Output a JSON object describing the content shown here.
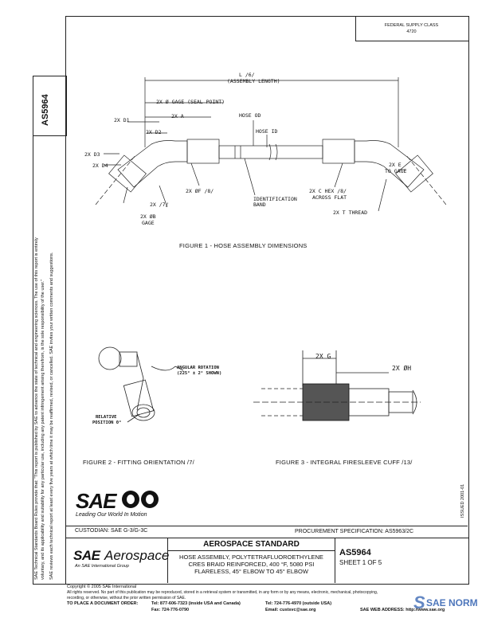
{
  "doc_number": "AS5964",
  "fed_supply": {
    "line1": "FEDERAL SUPPLY CLASS",
    "line2": "4720"
  },
  "side_note": {
    "line1": "SAE Technical Standards Board Rules provide that: \"This report is published by SAE to advance the state of technical and engineering sciences. The use of this report is entirely",
    "line2": "voluntary, and its applicability and suitability for any particular use, including any patent infringement arising therefrom, is the sole responsibility of the user.\"",
    "line3": "SAE reviews each technical report at least every five years at which time it may be reaffirmed, revised, or cancelled. SAE invites your written comments and suggestions."
  },
  "issued": "ISSUED 2001-01",
  "figure1": {
    "caption": "FIGURE 1 - HOSE ASSEMBLY DIMENSIONS",
    "labels": {
      "length": "L /6/",
      "length_sub": "(ASSEMBLY LENGTH)",
      "gage": "2X Ø GAGE (SEAL POINT)",
      "a": "2X A",
      "d1": "2X D1",
      "d2": "2X D2",
      "d3": "2X D3",
      "d4": "2X D4",
      "hose_od": "HOSE OD",
      "hose_id": "HOSE ID",
      "f": "2X ØF /8/",
      "ident": "IDENTIFICATION",
      "band": "BAND",
      "c_hex": "2X C HEX /8/",
      "across_flat": "ACROSS FLAT",
      "e": "2X E",
      "to_gage": "TO GAGE",
      "thread": "2X T THREAD",
      "x7": "2X /7/",
      "b": "2X ØB",
      "gage2": "GAGE"
    }
  },
  "figure2": {
    "caption": "FIGURE 2 - FITTING ORIENTATION /7/",
    "angular": "ANGULAR ROTATION",
    "angular_sub": "(225° ± 2° SHOWN)",
    "relative": "RELATIVE",
    "position": "POSITION 0°"
  },
  "figure3": {
    "caption": "FIGURE 3 - INTEGRAL FIRESLEEVE CUFF /13/",
    "g": "2X G",
    "h": "2X ØH"
  },
  "sae_logo": {
    "tagline": "Leading Our World In Motion"
  },
  "custodian": "CUSTODIAN: SAE G-3/G-3C",
  "procurement": "PROCUREMENT SPECIFICATION: AS5963/2C",
  "title_block": {
    "standard": "AEROSPACE STANDARD",
    "desc1": "HOSE ASSEMBLY, POLYTETRAFLUOROETHYLENE",
    "desc2": "CRES BRAID REINFORCED, 400 °F, 5080 PSI",
    "desc3": "FLARELESS, 45° ELBOW TO 45° ELBOW",
    "number": "AS5964",
    "sheet": "SHEET 1 OF 5",
    "brand_sae": "SAE",
    "brand_aero": "Aerospace",
    "brand_sub": "An SAE International Group"
  },
  "footer": {
    "copyright": "Copyright © 2005 SAE International",
    "rights": "All rights reserved. No part of this publication may be reproduced, stored in a retrieval system or transmitted, in any form or by any means, electronic, mechanical, photocopying,",
    "rights2": "recording, or otherwise, without the prior written permission of SAE.",
    "order_label": "TO PLACE A DOCUMENT ORDER:",
    "tel1": "Tel: 877-606-7323 (inside USA and Canada)",
    "tel2": "Tel: 724-776-4970 (outside USA)",
    "fax": "Fax: 724-776-0790",
    "email": "Email: custsvc@sae.org",
    "web": "SAE WEB ADDRESS: http://www.sae.org"
  },
  "watermark": "SAE NORM"
}
